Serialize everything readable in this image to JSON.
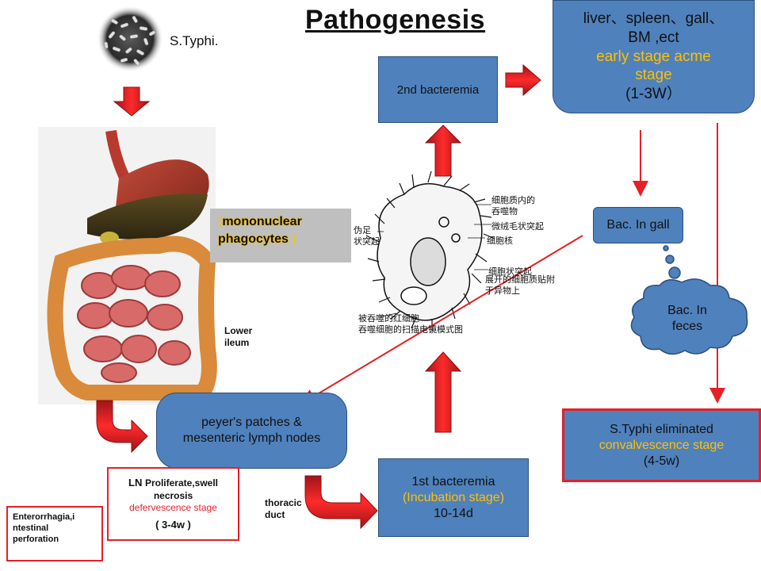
{
  "title": "Pathogenesis",
  "organism_label": "S.Typhi.",
  "mononuclear": {
    "open": "(",
    "word1": "mononuclear",
    "word2": "phagocytes",
    "close": " )"
  },
  "lower_ileum": {
    "l1": "Lower",
    "l2": "ileum"
  },
  "peyer_box": {
    "l1": "peyer's  patches &",
    "l2": "mesenteric lymph nodes"
  },
  "first_bacteremia": {
    "l1": "1st bacteremia",
    "l2": "(Incubation stage)",
    "l3": "10-14d"
  },
  "second_bacteremia": "2nd bacteremia",
  "organs_box": {
    "l1": "liver、spleen、gall、",
    "l2": "BM ,ect",
    "l3": "early stage acme",
    "l4": "stage",
    "l5": "(1-3W）"
  },
  "bac_gall": "Bac. In gall",
  "bac_feces": {
    "l1": "Bac. In",
    "l2": "feces"
  },
  "eliminated_box": {
    "l1": "S.Typhi eliminated",
    "l2": "convalvescence stage",
    "l3": "(4-5w)"
  },
  "ln_box": {
    "l1_bold": "LN ",
    "l1": "Proliferate,swell",
    "l2": "necrosis",
    "l3": "defervescence  stage",
    "l4": "( 3-4w )"
  },
  "thoracic": {
    "l1": "thoracic",
    "l2": "duct"
  },
  "enterorrhagia": {
    "l1": "Enterorrhagia,i",
    "l2": "ntestinal",
    "l3": "perforation"
  },
  "micro_labels": [
    "细胞质内的",
    "吞噬物",
    "微绒毛状突起",
    "细胞核",
    "伪足",
    "状突起",
    "细胞状突起",
    "展开的细胞质贴附",
    "于异物上",
    "被吞噬的红细胞",
    "吞噬细胞的扫描电镜模式图"
  ],
  "colors": {
    "box_blue": "#4f81bd",
    "arrow_red": "#e52028",
    "highlight_orange": "#ffc000",
    "gray_label_bg": "#bfbfbf"
  }
}
